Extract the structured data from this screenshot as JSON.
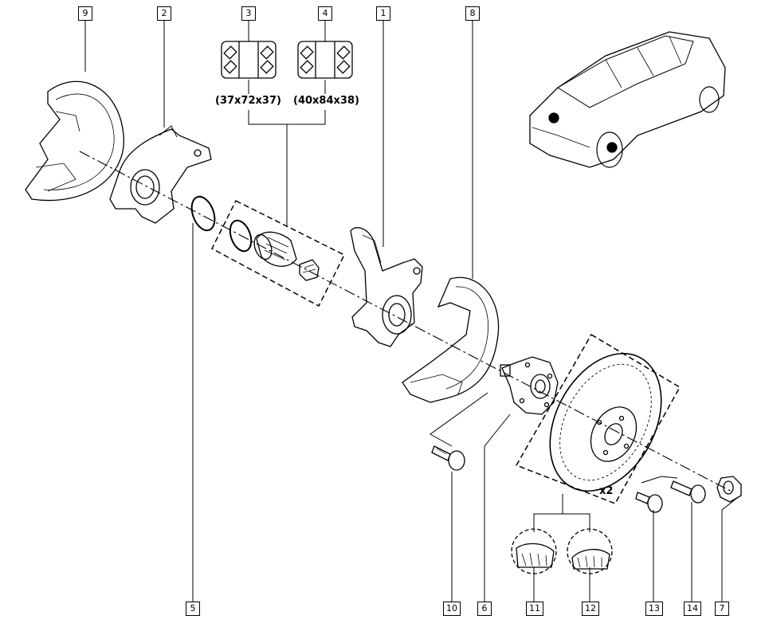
{
  "labels": {
    "l1": "1",
    "l2": "2",
    "l3": "3",
    "l4": "4",
    "l5": "5",
    "l6": "6",
    "l7": "7",
    "l8": "8",
    "l9": "9",
    "l10": "10",
    "l11": "11",
    "l12": "12",
    "l13": "13",
    "l14": "14"
  },
  "dimensions": {
    "bearing_small": "(37x72x37)",
    "bearing_large": "(40x84x38)"
  },
  "quantity": "x2"
}
